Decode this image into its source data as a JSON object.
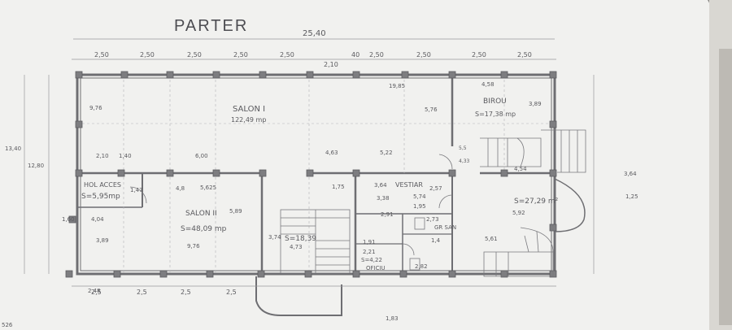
{
  "title": "PARTER",
  "overall_width": "25,40",
  "top_spans": [
    "2,50",
    "2,50",
    "2,50",
    "2,50",
    "2,50",
    "2,10",
    "40",
    "2,50",
    "2,50",
    "2,50",
    "2,50"
  ],
  "bottom_spans": [
    "2,5",
    "2,5",
    "2,5",
    "2,5"
  ],
  "rooms": {
    "salon1": {
      "name": "SALON I",
      "area": "122,49 mp"
    },
    "birou": {
      "name": "BIROU",
      "area": "S=17,38 mp"
    },
    "hol_acces": {
      "name": "HOL ACCES",
      "area": "S=5,95mp"
    },
    "salon2": {
      "name": "SALON II",
      "area": "S=48,09 mp"
    },
    "vestiar": {
      "name": "VESTIAR",
      "area": "3,64"
    },
    "right_room": {
      "name": "",
      "area": "S=27,29 m²"
    },
    "stair_mid": {
      "name": "",
      "area": "S=18,39"
    },
    "grup_san": {
      "name": "GR SAN",
      "area": "1,4"
    },
    "oficiu": {
      "name": "OFICIU",
      "area": "S=4,22"
    }
  },
  "dims": {
    "d1985": "19,85",
    "d458": "4,58",
    "d389": "3,89",
    "d576": "5,76",
    "d976": "9,76",
    "d463": "4,63",
    "d522": "5,22",
    "d600": "6,00",
    "d210": "2,10",
    "d140": "1,40",
    "d1340": "13,40",
    "d1280": "12,80",
    "d589": "5,89",
    "d5625": "5,625",
    "d389b": "3,89",
    "d976b": "9,76",
    "d374": "3,74",
    "d473": "4,73",
    "d561": "5,61",
    "d592": "5,92",
    "d257": "2,57",
    "d248": "2,48",
    "d183": "1,83",
    "d526": "526",
    "d364": "3,64",
    "d125": "1,25",
    "d454": "4,54",
    "d160": "1,60",
    "d175": "1,75",
    "d338": "3,38",
    "d574": "5,74",
    "d291": "2,91",
    "d195": "1,95",
    "d404": "4,04",
    "d4b": "4,8",
    "d191": "1,91",
    "d221": "2,21",
    "d482": "2,82",
    "d147": "1,47",
    "d273": "2,73",
    "d55": "5,5",
    "d433": "4,33"
  }
}
